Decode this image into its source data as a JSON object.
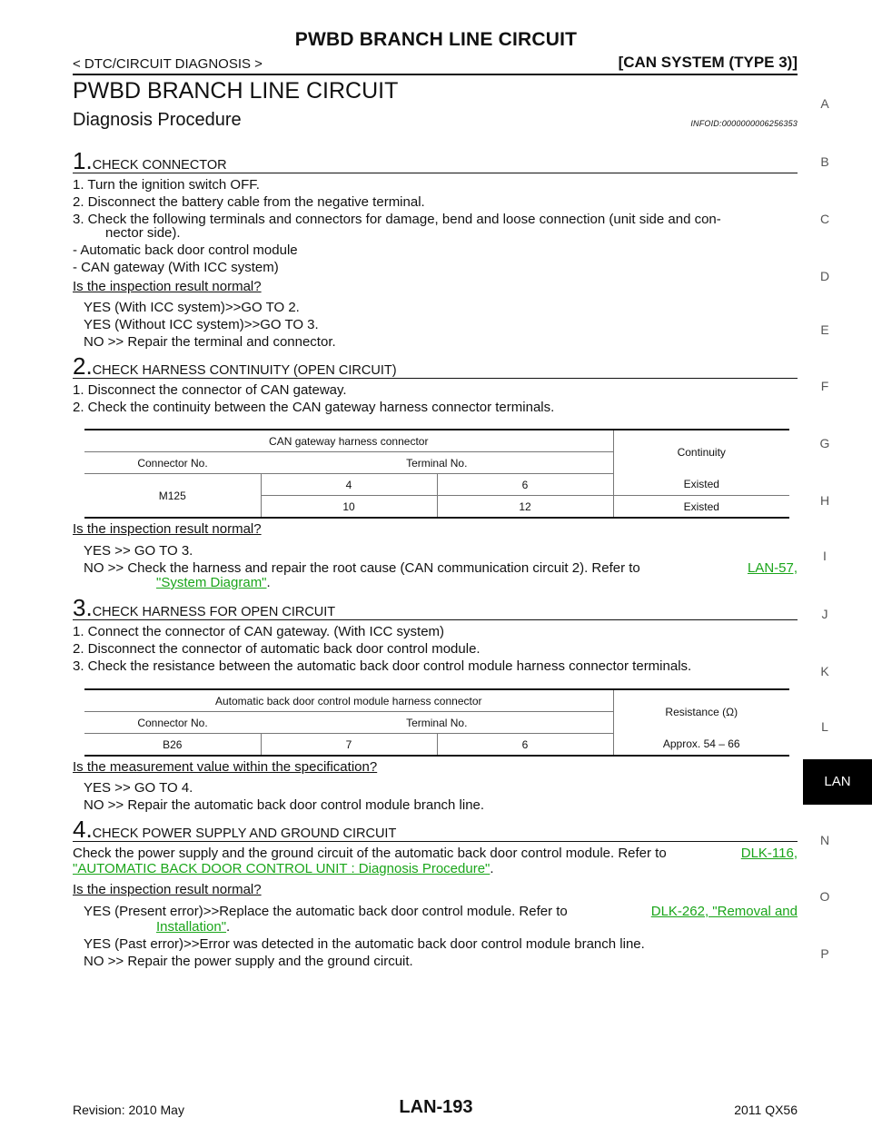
{
  "header": {
    "title": "PWBD BRANCH LINE CIRCUIT",
    "breadcrumb": "< DTC/CIRCUIT DIAGNOSIS >",
    "system": "[CAN SYSTEM (TYPE 3)]"
  },
  "page_title": "PWBD BRANCH LINE CIRCUIT",
  "section_title": "Diagnosis Procedure",
  "info_id": "INFOID:0000000006256353",
  "step1": {
    "num": "1.",
    "title": "CHECK CONNECTOR",
    "items": [
      "1. Turn the ignition switch OFF.",
      "2. Disconnect the battery cable from the negative terminal.",
      "3. Check the following terminals and connectors for damage, bend and loose connection (unit side and con-",
      "nector side).",
      "- Automatic back door control module",
      "- CAN gateway (With ICC system)"
    ],
    "question": "Is the inspection result normal?",
    "answers": [
      "YES (With ICC system)>>GO TO 2.",
      "YES (Without ICC system)>>GO TO 3.",
      "NO >> Repair the terminal and connector."
    ]
  },
  "step2": {
    "num": "2.",
    "title": "CHECK HARNESS CONTINUITY (OPEN CIRCUIT)",
    "items": [
      "1. Disconnect the connector of CAN gateway.",
      "2. Check the continuity between the CAN gateway harness connector terminals."
    ],
    "table": {
      "group_header": "CAN gateway harness connector",
      "result_header": "Continuity",
      "col_connector": "Connector No.",
      "col_terminal": "Terminal No.",
      "connector": "M125",
      "rows": [
        [
          "4",
          "6",
          "Existed"
        ],
        [
          "10",
          "12",
          "Existed"
        ]
      ]
    },
    "question": "Is the inspection result normal?",
    "answers": [
      "YES >> GO TO 3.",
      "NO >> Check the harness and repair the root cause (CAN communication circuit 2). Refer to"
    ],
    "ref_link1": "LAN-57,",
    "ref_link2": "\"System Diagram\"",
    "ref_end": "."
  },
  "step3": {
    "num": "3.",
    "title": "CHECK HARNESS FOR OPEN CIRCUIT",
    "items": [
      "1. Connect the connector of CAN gateway. (With ICC system)",
      "2. Disconnect the connector of automatic back door control module.",
      "3. Check the resistance between the automatic back door control module harness connector terminals."
    ],
    "table": {
      "group_header": "Automatic back door control module harness connector",
      "result_header": "Resistance (Ω)",
      "col_connector": "Connector No.",
      "col_terminal": "Terminal No.",
      "row": [
        "B26",
        "7",
        "6",
        "Approx. 54 – 66"
      ]
    },
    "question": "Is the measurement value within the specification?",
    "answers": [
      "YES >> GO TO 4.",
      "NO >> Repair the automatic back door control module branch line."
    ]
  },
  "step4": {
    "num": "4.",
    "title": "CHECK POWER SUPPLY AND GROUND CIRCUIT",
    "text": "Check the power supply and the ground circuit of the automatic back door control module. Refer to",
    "ref_link1": "DLK-116,",
    "ref_link2": "\"AUTOMATIC BACK DOOR CONTROL UNIT : Diagnosis Procedure\"",
    "ref_end": ".",
    "question": "Is the inspection result normal?",
    "answer1": "YES (Present error)>>Replace the automatic back door control module. Refer to",
    "answer1_link": "DLK-262, \"Removal and",
    "answer1_link2": "Installation\"",
    "answer1_end": ".",
    "answer2": "YES (Past error)>>Error was detected in the automatic back door control module branch line.",
    "answer3": "NO >> Repair the power supply and the ground circuit."
  },
  "side_index": [
    "A",
    "B",
    "C",
    "D",
    "E",
    "F",
    "G",
    "H",
    "I",
    "J",
    "K",
    "L",
    "LAN",
    "N",
    "O",
    "P"
  ],
  "footer": {
    "page_number": "LAN-193",
    "revision": "Revision: 2010 May",
    "model": "2011 QX56"
  }
}
